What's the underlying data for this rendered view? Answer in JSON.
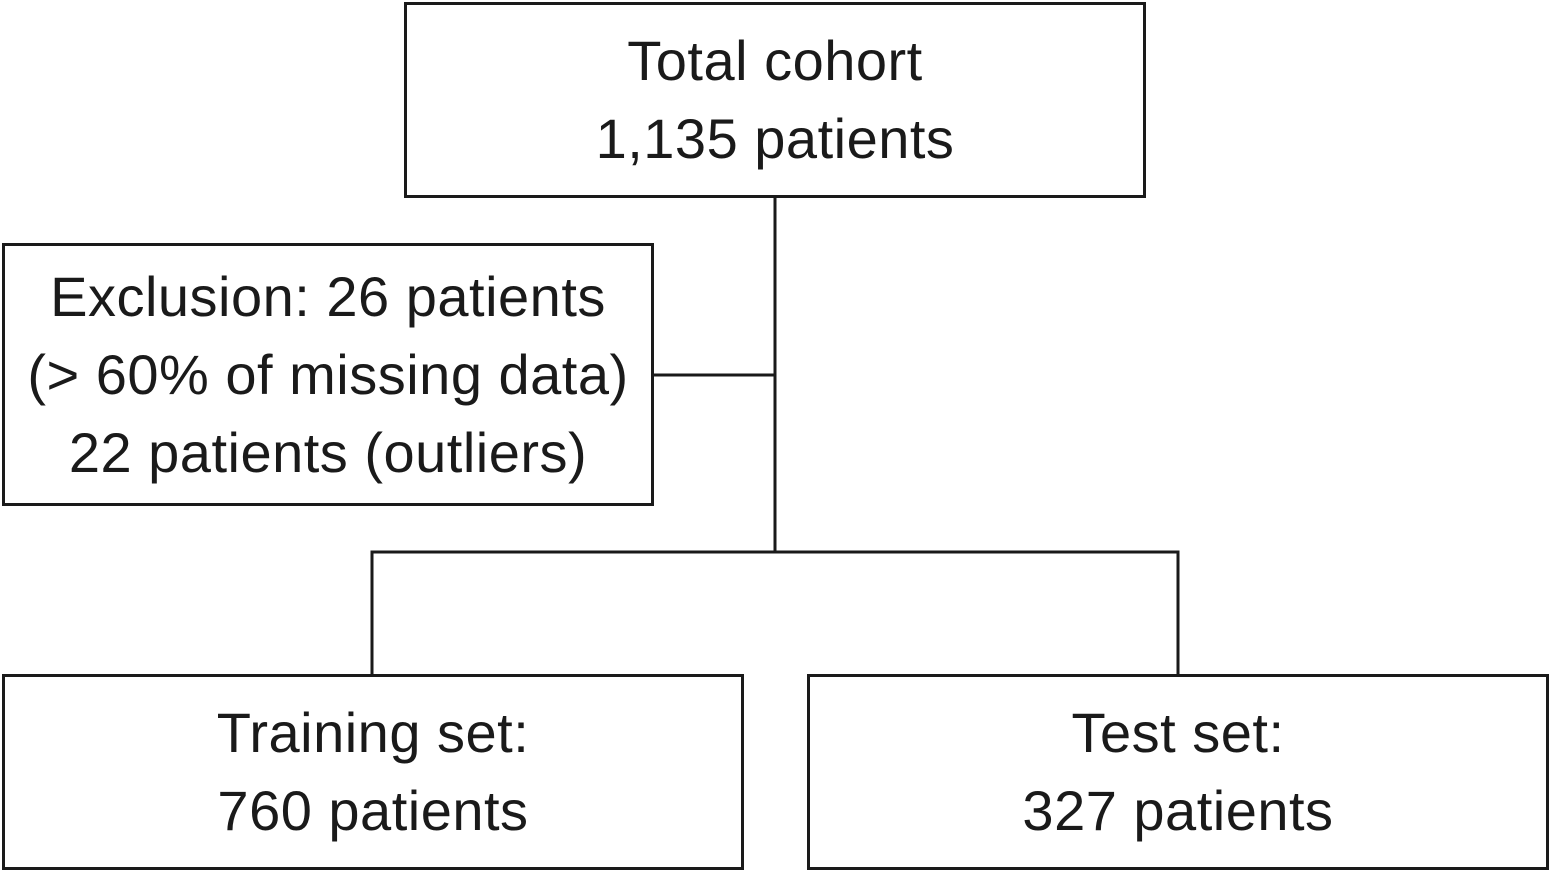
{
  "diagram": {
    "total_cohort": {
      "line1": "Total cohort",
      "line2": "1,135 patients"
    },
    "exclusion": {
      "line1": "Exclusion: 26 patients",
      "line2": "(> 60% of missing data)",
      "line3": "22 patients (outliers)"
    },
    "training_set": {
      "line1": "Training set:",
      "line2": "760 patients"
    },
    "test_set": {
      "line1": "Test set:",
      "line2": "327 patients"
    }
  },
  "colors": {
    "stroke": "#1a1a1a",
    "background": "#ffffff"
  }
}
